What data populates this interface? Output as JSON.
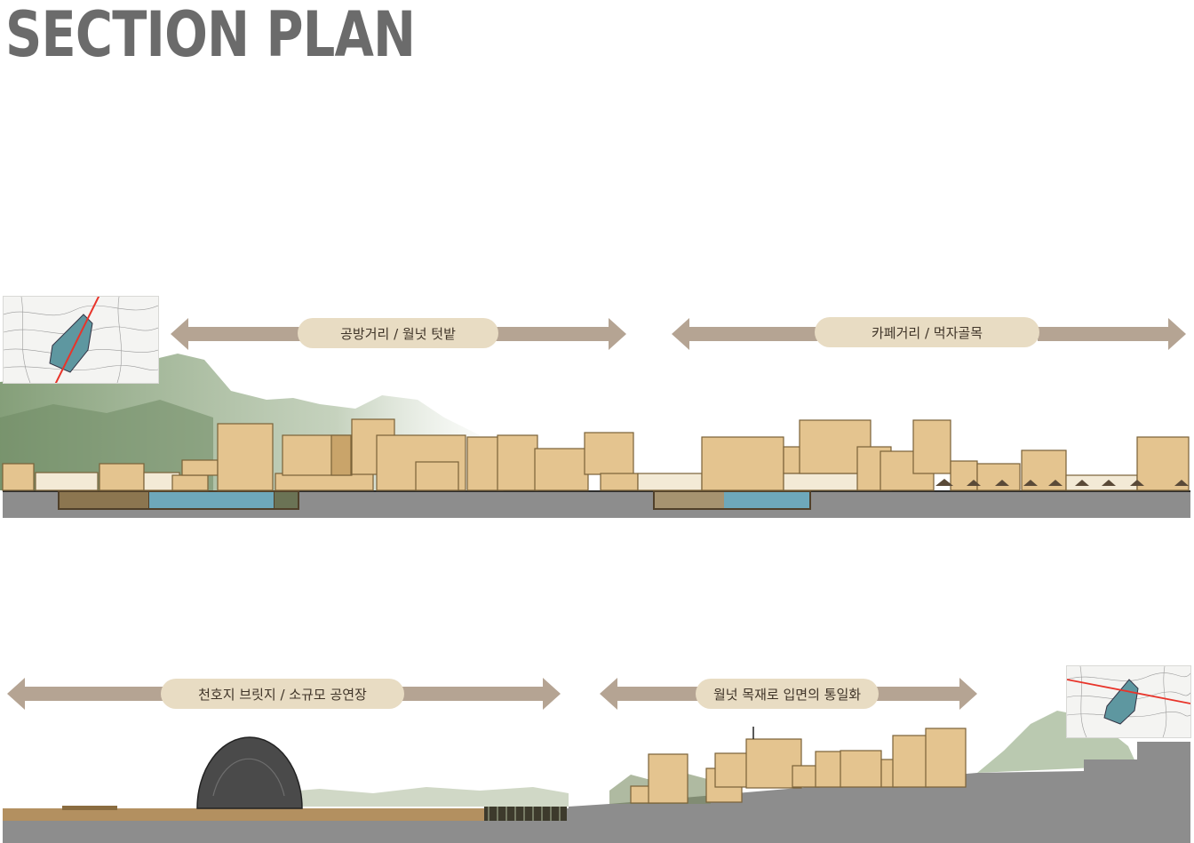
{
  "title": "SECTION PLAN",
  "sections": [
    {
      "zones": [
        {
          "label": "공방거리 / 월넛 텃밭"
        },
        {
          "label": "카페거리 / 먹자골목"
        }
      ]
    },
    {
      "zones": [
        {
          "label": "천호지 브릿지 / 소규모 공연장"
        },
        {
          "label": "월넛 목재로 입면의 통일화"
        }
      ]
    }
  ],
  "colors": {
    "title": "#6b6b6b",
    "arrow": "#b5a493",
    "pill": "#e8dcc3",
    "building": "#e4c48f",
    "building_edge": "#7a6238",
    "ground": "#8d8d8d",
    "water": "#6ea8ba",
    "mountain": "#7e9a72",
    "dome": "#4a4a4a",
    "site_marker": "#e8342a",
    "site_fill": "#5e97a0"
  },
  "icons": [
    "site-location-map-icon",
    "double-arrow-icon"
  ]
}
